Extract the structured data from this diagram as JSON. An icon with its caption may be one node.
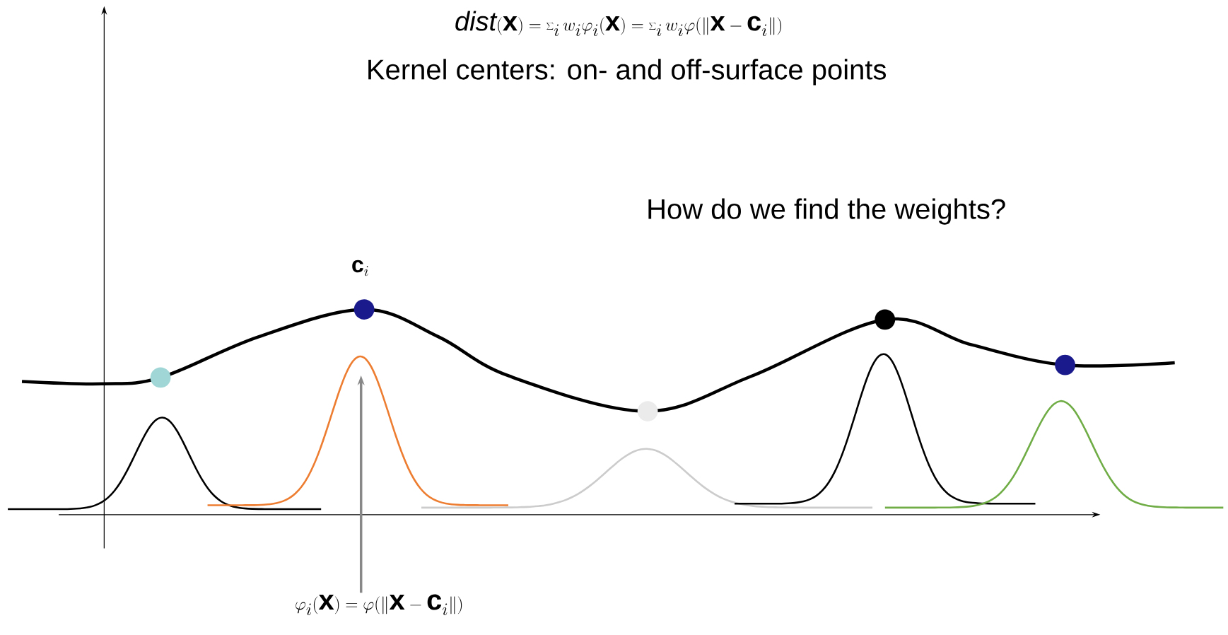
{
  "diagram": {
    "nodes": [
      {
        "text": [
          "\\varphi_i(\\mathbf{x}) = \\varphi(\\|\\mathbf{x}-\\mathbf{c}_i\\|)"
        ]
      },
      {
        "text": [],
        "shape": "picture"
      }
    ],
    "edges": [
      {
        "from": 0,
        "to": 1,
        "arrow": "to",
        "color": "#888888"
      }
    ],
    "labels": [
      "\\mathit{dist}(\\mathbf{x}) = \\sum_i w_i\\varphi_i(\\mathbf{x}) = \\sum_i w_i\\varphi(\\|\\mathbf{x}-\\mathbf{c}_i\\|)",
      "Kernel centers: on- and off-surface points",
      "How do we find the weights?",
      "\\mathbf{c}_i"
    ]
  }
}
